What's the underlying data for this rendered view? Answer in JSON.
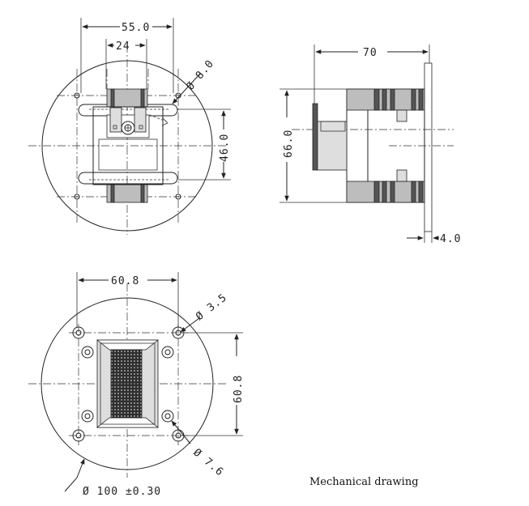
{
  "top_view": {
    "dim_outer_width": "55.0",
    "dim_inner_width": "24",
    "dim_hole_dia": "Ø 8.0",
    "dim_hole_spacing": "46.0"
  },
  "side_view": {
    "dim_depth": "70",
    "dim_height": "66.0",
    "dim_flange": "4.0"
  },
  "front_view": {
    "dim_width": "60.8",
    "dim_height": "60.8",
    "dim_small_hole": "Ø 3.5",
    "dim_large_hole": "Ø 7.6",
    "dim_diameter": "Ø 100 ±0.30"
  },
  "caption": "Mechanical drawing",
  "colors": {
    "line": "#222222",
    "mesh": "#3a3a3a",
    "fill_grey": "#bdbdbd",
    "fill_dark": "#555555"
  }
}
